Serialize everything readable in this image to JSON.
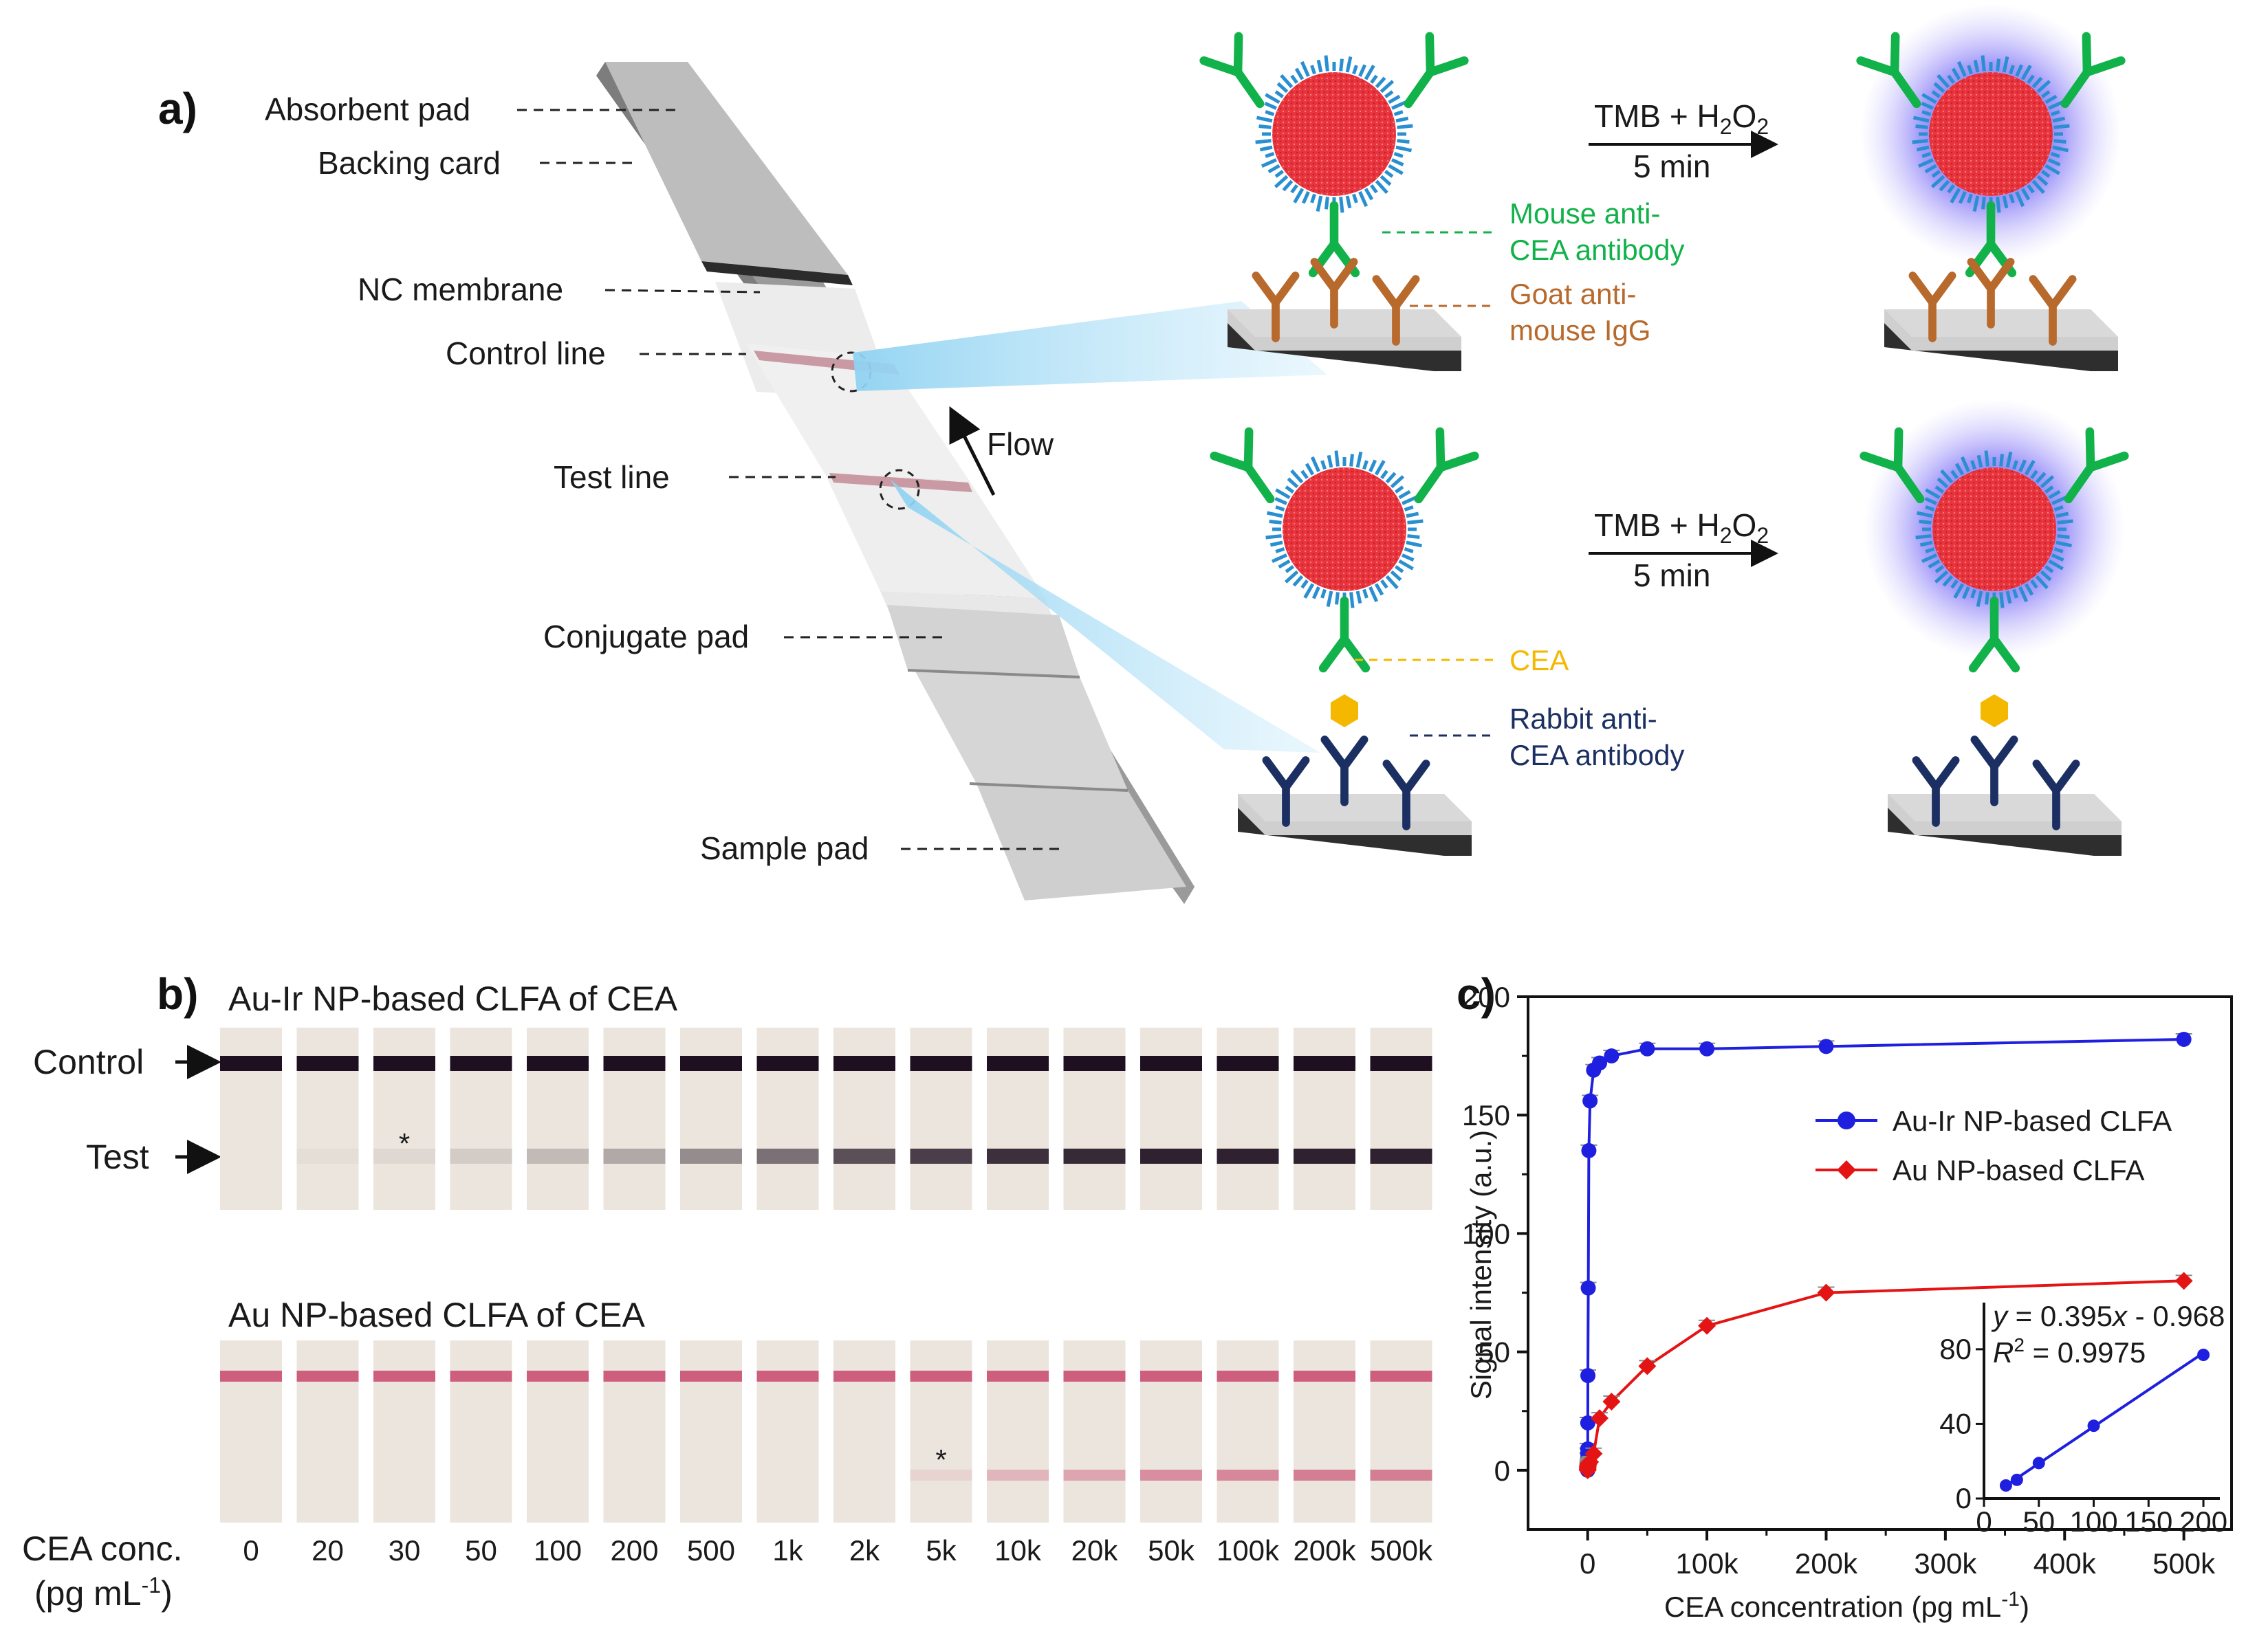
{
  "panel_labels": {
    "a": "a)",
    "b": "b)",
    "c": "c)"
  },
  "strip_labels": {
    "absorbent_pad": "Absorbent pad",
    "backing_card": "Backing card",
    "nc_membrane": "NC membrane",
    "control_line": "Control line",
    "test_line": "Test line",
    "conjugate_pad": "Conjugate pad",
    "sample_pad": "Sample pad",
    "flow": "Flow"
  },
  "reaction": {
    "reagent_prefix": "TMB + H",
    "reagent_sub1": "2",
    "reagent_mid": "O",
    "reagent_sub2": "2",
    "time": "5 min",
    "mouse_line1": "Mouse anti-",
    "mouse_line2": "CEA antibody",
    "goat_line1": "Goat anti-",
    "goat_line2": "mouse IgG",
    "cea": "CEA",
    "rabbit_line1": "Rabbit anti-",
    "rabbit_line2": "CEA antibody",
    "colors": {
      "mouse": "#12b24a",
      "goat": "#b8692c",
      "cea": "#f5b800",
      "rabbit": "#1c2f63",
      "np": "#e8343c",
      "ligand": "#2a8fd0",
      "glow": "#4a3cf0"
    }
  },
  "strips_b": {
    "auir_title": "Au-Ir NP-based CLFA of CEA",
    "au_title": "Au NP-based CLFA of CEA",
    "control_label": "Control",
    "test_label": "Test",
    "conc_label_line1": "CEA conc.",
    "conc_label_line2_prefix": "(pg mL",
    "conc_label_line2_sup": "-1",
    "conc_label_line2_suffix": ")",
    "concentrations": [
      "0",
      "20",
      "30",
      "50",
      "100",
      "200",
      "500",
      "1k",
      "2k",
      "5k",
      "10k",
      "20k",
      "50k",
      "100k",
      "200k",
      "500k"
    ],
    "auir_test_intensity": [
      0,
      0.03,
      0.06,
      0.12,
      0.2,
      0.28,
      0.42,
      0.55,
      0.7,
      0.78,
      0.85,
      0.88,
      0.92,
      0.92,
      0.92,
      0.92
    ],
    "au_test_intensity": [
      0,
      0,
      0,
      0,
      0,
      0,
      0,
      0,
      0,
      0.1,
      0.3,
      0.4,
      0.55,
      0.6,
      0.65,
      0.65
    ],
    "asterisk": "*",
    "asterisk_auir_index": 2,
    "asterisk_au_index": 9,
    "colors": {
      "auir_line": "#1e1020",
      "au_line": "#c8476d",
      "strip_bg": "#ebe5dd"
    }
  },
  "chart_data": [
    {
      "type": "line",
      "xlabel": "CEA concentration (pg mL",
      "xlabel_sup": "-1",
      "xlabel_suffix": ")",
      "ylabel": "Signal intensity (a.u.)",
      "xlim": [
        -50000,
        540000
      ],
      "ylim": [
        -25,
        200
      ],
      "xticks": [
        0,
        100000,
        200000,
        300000,
        400000,
        500000
      ],
      "xtick_labels": [
        "0",
        "100k",
        "200k",
        "300k",
        "400k",
        "500k"
      ],
      "yticks": [
        0,
        50,
        100,
        150,
        200
      ],
      "ytick_labels": [
        "0",
        "50",
        "100",
        "150",
        "200"
      ],
      "legend_position": "right",
      "series": [
        {
          "name": "Au-Ir NP-based CLFA",
          "color": "#1f1fe0",
          "marker": "circle",
          "x": [
            0,
            20,
            30,
            50,
            100,
            200,
            500,
            1000,
            2000,
            5000,
            10000,
            20000,
            50000,
            100000,
            200000,
            500000
          ],
          "y": [
            0,
            5,
            7,
            9,
            20,
            40,
            77,
            135,
            156,
            169,
            172,
            175,
            178,
            178,
            179,
            182
          ]
        },
        {
          "name": "Au NP-based CLFA",
          "color": "#e41414",
          "marker": "diamond",
          "x": [
            0,
            20,
            30,
            50,
            100,
            200,
            500,
            1000,
            2000,
            5000,
            10000,
            20000,
            50000,
            100000,
            200000,
            500000
          ],
          "y": [
            0,
            0.5,
            1,
            1,
            1.5,
            2,
            2.5,
            3,
            3.5,
            7,
            22,
            29,
            44,
            61,
            75,
            80
          ]
        }
      ]
    },
    {
      "type": "scatter",
      "equation_y": "y",
      "equation_rest": " = 0.395",
      "equation_x": "x",
      "equation_tail": " - 0.968",
      "r2_label": "R",
      "r2_sup": "2",
      "r2_value": " = 0.9975",
      "xlim": [
        0,
        215
      ],
      "ylim": [
        0,
        105
      ],
      "xticks": [
        0,
        50,
        100,
        150,
        200
      ],
      "xtick_labels": [
        "0",
        "50",
        "100",
        "150",
        "200"
      ],
      "yticks": [
        0,
        40,
        80
      ],
      "ytick_labels": [
        "0",
        "40",
        "80"
      ],
      "series": [
        {
          "name": "",
          "color": "#1f1fe0",
          "x": [
            20,
            30,
            50,
            100,
            200
          ],
          "y": [
            7,
            10,
            19,
            39,
            77
          ]
        }
      ]
    }
  ]
}
